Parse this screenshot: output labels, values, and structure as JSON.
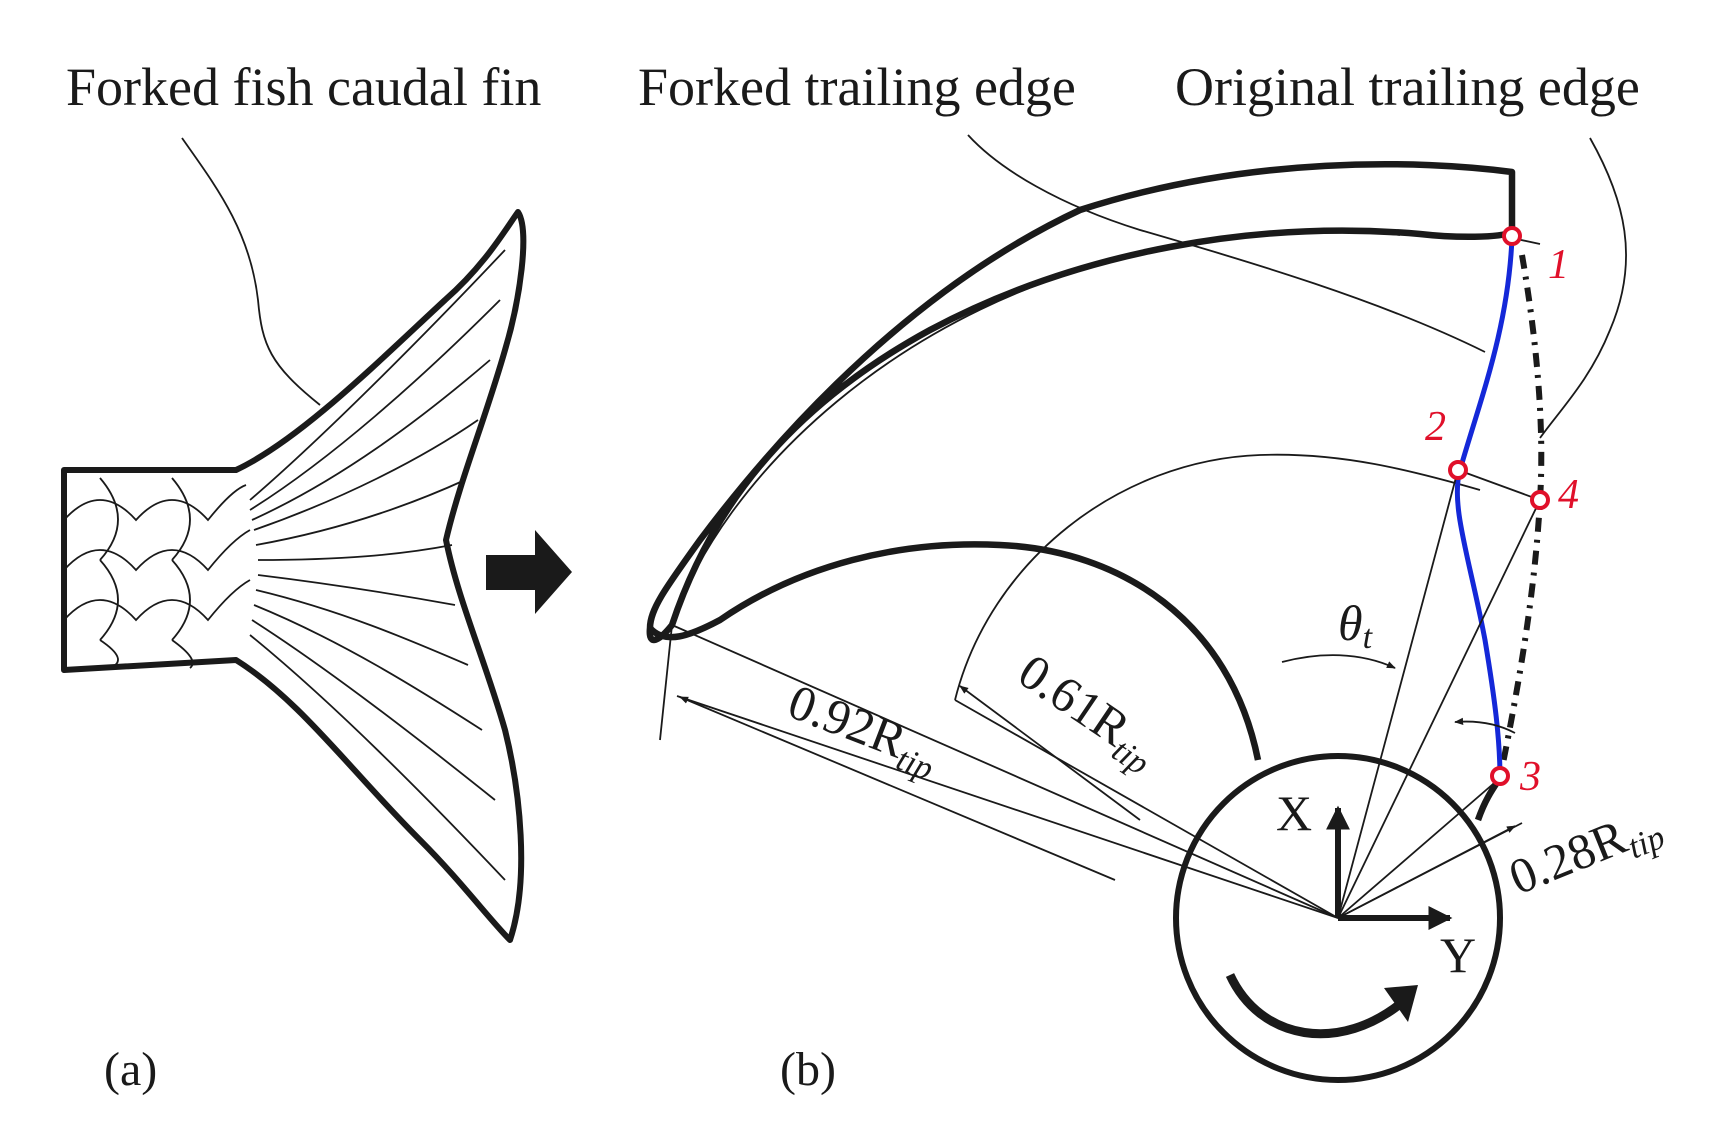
{
  "labels": {
    "forked_fish_caudal_fin": "Forked fish caudal fin",
    "forked_trailing_edge": "Forked trailing edge",
    "original_trailing_edge": "Original trailing edge",
    "panel_a": "(a)",
    "panel_b": "(b)"
  },
  "dimensions": {
    "r092": {
      "value": "0.92R",
      "sub": "tip"
    },
    "r061": {
      "value": "0.61R",
      "sub": "tip"
    },
    "r028": {
      "value": "0.28R",
      "sub": "tip"
    },
    "theta": {
      "symbol": "θ",
      "sub": "t"
    }
  },
  "axes": {
    "x": "X",
    "y": "Y"
  },
  "points": [
    "1",
    "2",
    "3",
    "4"
  ],
  "colors": {
    "ink": "#1a1a1a",
    "forked_edge": "#1428d8",
    "point_marker": "#e0102a"
  }
}
